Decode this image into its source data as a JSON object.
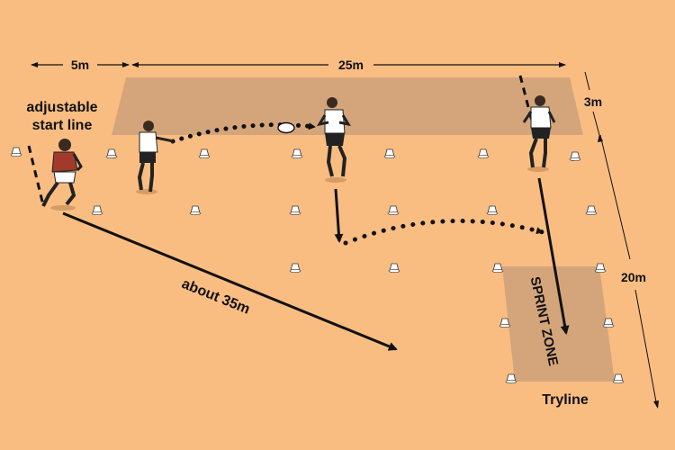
{
  "diagram": {
    "title_left": [
      "adjustable",
      "start line"
    ],
    "dimensions": {
      "top_left": "5m",
      "top_right": "25m",
      "side_small": "3m",
      "side_large": "20m",
      "diagonal": "about 35m"
    },
    "zone_label": "SPRINT ZONE",
    "tryline_label": "Tryline"
  },
  "colors": {
    "pitch": "#f9bd82",
    "zone": "#d4a57a",
    "ink": "#111111",
    "cone": "#ffffff",
    "jersey_dark": "#a13a2b",
    "jersey_light": "#ffffff"
  },
  "icons": [
    "cone-icon",
    "rugby-ball-icon",
    "player-icon"
  ]
}
